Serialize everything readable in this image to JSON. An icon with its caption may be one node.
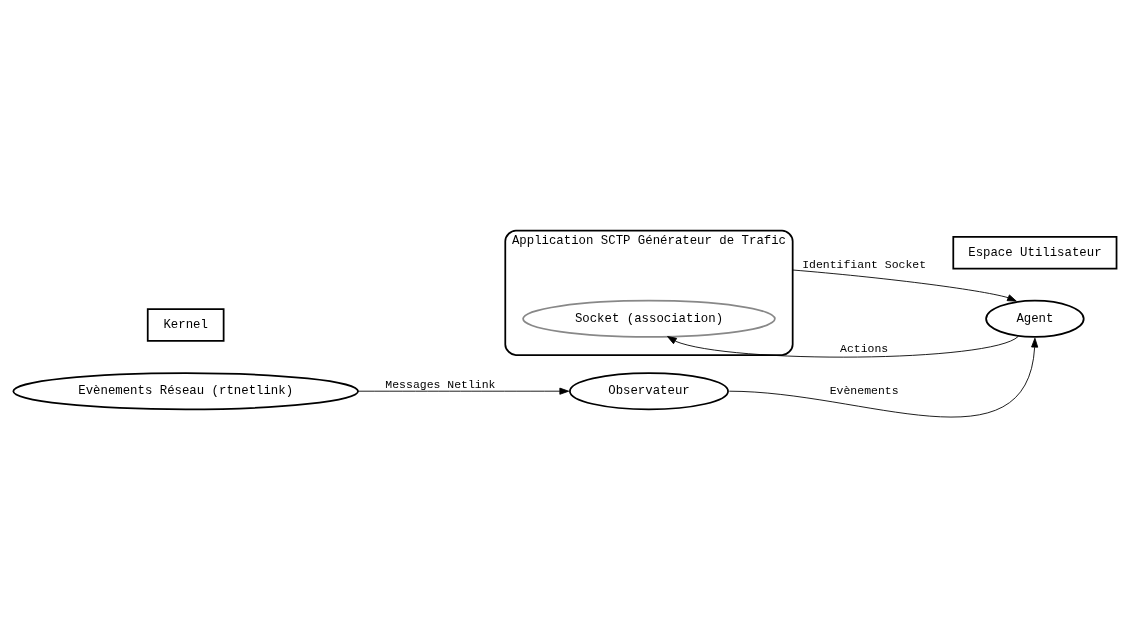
{
  "diagram": {
    "nodes": [
      {
        "text": [
          "Application SCTP Générateur de Trafic"
        ]
      },
      {
        "text": [
          "Socket (association)"
        ],
        "in": 0
      },
      {
        "text": [
          "Agent"
        ]
      },
      {
        "text": [
          "Observateur"
        ]
      },
      {
        "text": [
          "Evènements Réseau (rtnetlink)"
        ]
      },
      {
        "text": [
          "Espace Utilisateur"
        ]
      },
      {
        "text": [
          "Kernel"
        ]
      }
    ],
    "edges": [
      {
        "from": 0,
        "to": 2,
        "arrow": "to",
        "label": "Identifiant Socket"
      },
      {
        "from": 2,
        "to": 1,
        "arrow": "to",
        "label": "Actions"
      },
      {
        "from": 3,
        "to": 2,
        "arrow": "to",
        "label": "Evènements"
      },
      {
        "from": 4,
        "to": 3,
        "arrow": "to",
        "label": "Messages Netlink"
      }
    ]
  }
}
